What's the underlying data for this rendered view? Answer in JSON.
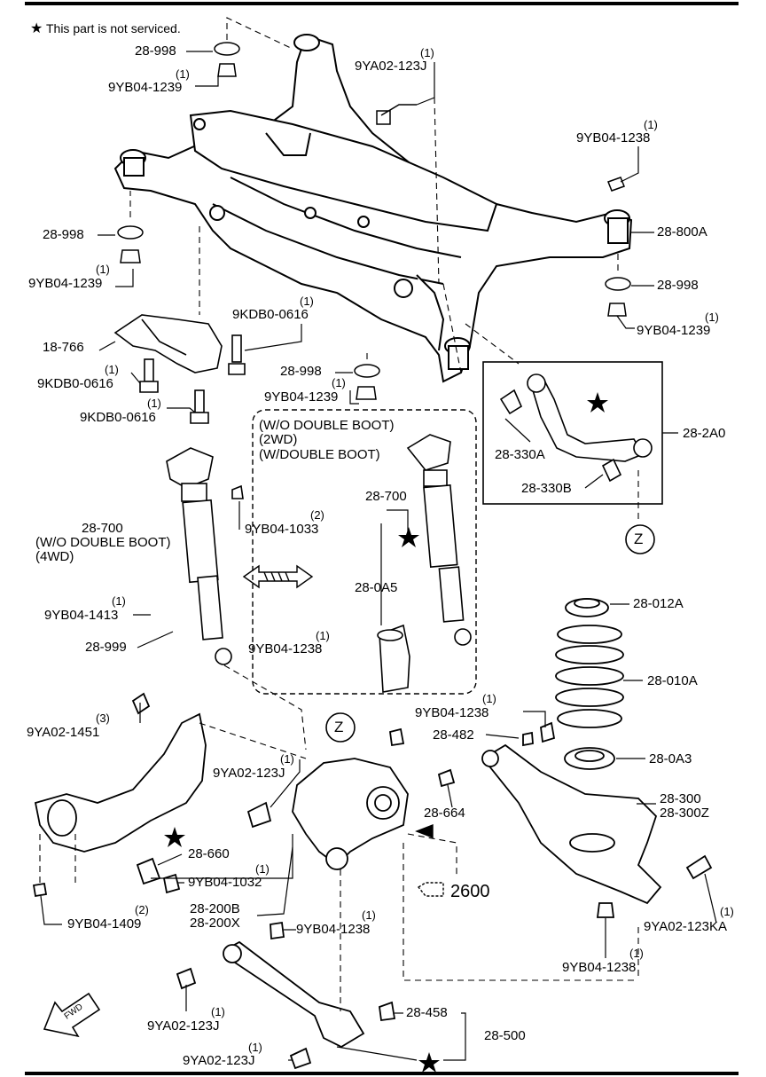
{
  "note": {
    "star": "★",
    "text": "This part is not serviced."
  },
  "labels": {
    "l1": "28-998",
    "l2q": "(1)",
    "l2": "9YB04-1239",
    "l3q": "(1)",
    "l3": "9YA02-123J",
    "l4q": "(1)",
    "l4": "9YB04-1238",
    "l5": "28-998",
    "l6q": "(1)",
    "l6": "9YB04-1239",
    "l7": "28-800A",
    "l8": "28-998",
    "l9q": "(1)",
    "l9": "9YB04-1239",
    "l10q": "(1)",
    "l10": "9KDB0-0616",
    "l11": "18-766",
    "l12q": "(1)",
    "l12": "9KDB0-0616",
    "l13q": "(1)",
    "l13": "9KDB0-0616",
    "l14": "28-998",
    "l15q": "(1)",
    "l15": "9YB04-1239",
    "l16a": "(W/O DOUBLE BOOT)",
    "l16b": "(2WD)",
    "l16c": "(W/DOUBLE BOOT)",
    "l17": "28-330A",
    "l18": "28-2A0",
    "l19": "28-330B",
    "l20": "28-700",
    "l21q": "(2)",
    "l21": "9YB04-1033",
    "l22a": "28-700",
    "l22b": "(W/O DOUBLE BOOT)",
    "l22c": "(4WD)",
    "l23": "28-0A5",
    "l24q": "(1)",
    "l24": "9YB04-1413",
    "l25": "28-999",
    "l26": "28-012A",
    "l27q": "(1)",
    "l27": "9YB04-1238",
    "l28": "28-010A",
    "l29q": "(3)",
    "l29": "9YA02-1451",
    "l30q": "(1)",
    "l30": "9YB04-1238",
    "l31": "28-482",
    "l32q": "(1)",
    "l32": "9YA02-123J",
    "l33": "28-0A3",
    "l34": "28-664",
    "l35a": "28-300",
    "l35b": "28-300Z",
    "l36": "28-660",
    "l37q": "(1)",
    "l37": "9YB04-1032",
    "l38": "2600",
    "l39a": "28-200B",
    "l39b": "28-200X",
    "l40q": "(1)",
    "l40": "9YB04-1238",
    "l41q": "(2)",
    "l41": "9YB04-1409",
    "l42q": "(1)",
    "l42": "9YA02-123KA",
    "l43q": "(1)",
    "l43": "9YB04-1238",
    "l44q": "(1)",
    "l44": "9YA02-123J",
    "l45": "28-458",
    "l46": "28-500",
    "l47q": "(1)",
    "l47": "9YA02-123J",
    "z1": "Z",
    "z2": "Z",
    "fwd": "FWD"
  }
}
